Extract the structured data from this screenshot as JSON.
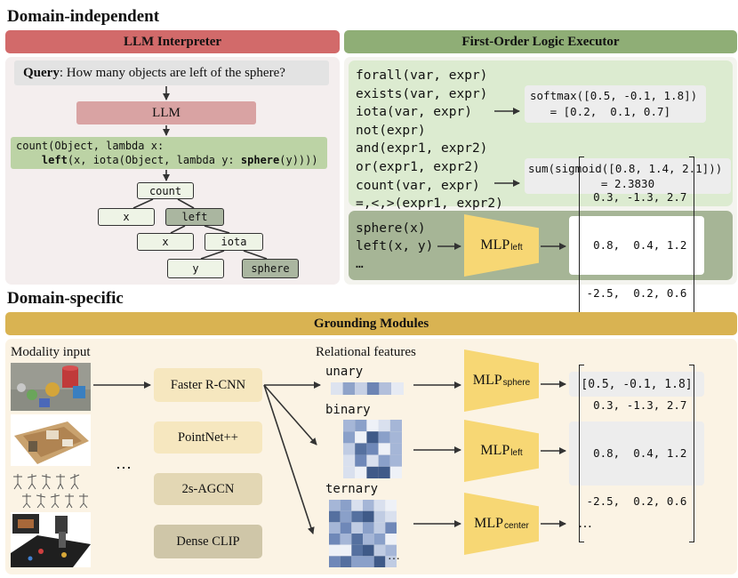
{
  "domain_independent": {
    "title": "Domain-independent",
    "llm": {
      "banner": "LLM Interpreter",
      "query_label": "Query",
      "query_text": ": How many objects are left of the sphere?",
      "llm_label": "LLM",
      "program_line1": "count(Object, lambda x:",
      "program_line2_pre": "    ",
      "program_left": "left",
      "program_mid": "(x, iota(Object, lambda y: ",
      "program_sphere": "sphere",
      "program_end": "(y))))",
      "tree": {
        "count": "count",
        "x1": "x",
        "left": "left",
        "x2": "x",
        "iota": "iota",
        "y": "y",
        "sphere": "sphere"
      }
    },
    "executor": {
      "banner": "First-Order Logic Executor",
      "ops": [
        "forall(var, expr)",
        "exists(var, expr)",
        "iota(var, expr)",
        "not(expr)",
        "and(expr1, expr2)",
        "or(expr1, expr2)",
        "count(var, expr)",
        "=,<,>(expr1, expr2)"
      ],
      "softmax_line1": "softmax([0.5, -0.1, 1.8])",
      "softmax_line2": "   = [0.2,  0.1, 0.7]",
      "sum_line1": "sum(sigmoid([0.8, 1.4, 2.1]))",
      "sum_line2": "= 2.3830",
      "concepts": [
        "sphere(x)",
        "left(x, y)",
        "…"
      ],
      "mlp_label": "MLP",
      "mlp_sub": "left",
      "matrix_rows": [
        " 0.3, -1.3, 2.7",
        " 0.8,  0.4, 1.2",
        "-2.5,  0.2, 0.6"
      ]
    }
  },
  "domain_specific": {
    "title": "Domain-specific",
    "banner": "Grounding Modules",
    "modality_label": "Modality input",
    "relational_label": "Relational features",
    "ellipsis": "⋯",
    "modules": [
      "Faster R-CNN",
      "PointNet++",
      "2s-AGCN",
      "Dense CLIP"
    ],
    "features": [
      "unary",
      "binary",
      "ternary"
    ],
    "mlps": [
      {
        "label": "MLP",
        "sub": "sphere"
      },
      {
        "label": "MLP",
        "sub": "left"
      },
      {
        "label": "MLP",
        "sub": "center"
      }
    ],
    "unary_output": "[0.5, -0.1, 1.8]",
    "binary_matrix_rows": [
      " 0.3, -1.3, 2.7",
      " 0.8,  0.4, 1.2",
      "-2.5,  0.2, 0.6"
    ],
    "ternary_output": "…",
    "ternary_dots": "…",
    "colors": {
      "llm_banner": "#d26a6a",
      "executor_banner": "#8fae76",
      "grounding_banner": "#d9b352",
      "mlp_fill": "#f7d774",
      "program_fill": "#bcd3a5",
      "llm_box": "#d9a3a3",
      "domain_specific_bg": "#fbf3e4",
      "module_fill": "#f6e7bf",
      "module_dark": "#cfc6a8"
    }
  }
}
